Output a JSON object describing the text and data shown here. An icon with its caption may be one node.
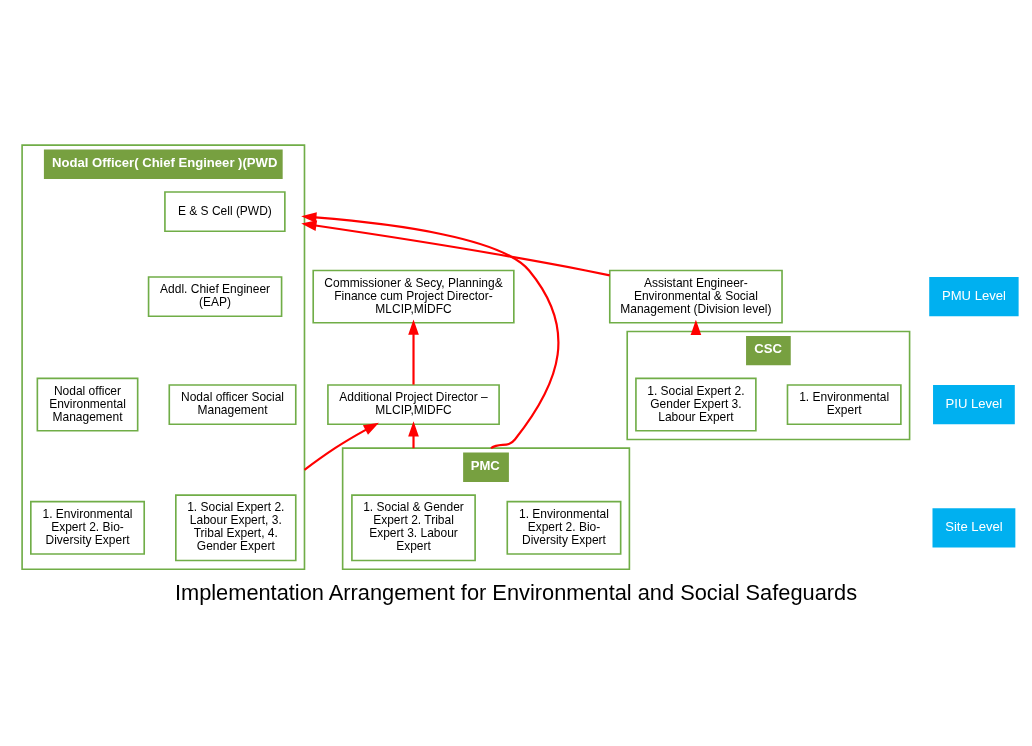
{
  "diagram": {
    "caption": "Implementation Arrangement for Environmental and Social Safeguards",
    "nodes": [
      {
        "text": [
          "Commissioner & Secy, Planning& Finance cum Project Director- MLCIP,MIDFC"
        ]
      },
      {
        "text": [
          "Additional Project Director – MLCIP,MIDFC"
        ]
      },
      {
        "text": [
          "Nodal Officer( Chief Engineer )(PWD"
        ]
      },
      {
        "text": [
          "E & S Cell (PWD)"
        ],
        "in": 2
      },
      {
        "text": [
          "Addl. Chief Engineer (EAP)"
        ],
        "in": 2
      },
      {
        "text": [
          "Nodal officer Environmental Management"
        ],
        "in": 2
      },
      {
        "text": [
          "Nodal officer Social Management"
        ],
        "in": 2
      },
      {
        "text": [
          "1. Environmental Expert 2. Bio-Diversity Expert"
        ],
        "in": 2
      },
      {
        "text": [
          "1. Social Expert 2. Labour Expert, 3. Tribal Expert, 4. Gender Expert"
        ],
        "in": 2
      },
      {
        "text": [
          "PMC"
        ]
      },
      {
        "text": [
          "1. Environmental Expert 2. Bio-Diversity Expert"
        ],
        "in": 9
      },
      {
        "text": [
          "1. Social & Gender Expert 2. Tribal Expert 3. Labour Expert"
        ],
        "in": 9
      },
      {
        "text": [
          "CSC"
        ]
      },
      {
        "text": [
          "1. Environmental Expert"
        ],
        "in": 12
      },
      {
        "text": [
          "1. Social Expert 2. Gender Expert 3. Labour Expert"
        ],
        "in": 12
      },
      {
        "text": [
          "Assistant Engineer- Environmental & Social Management (Division level)"
        ]
      }
    ],
    "edges": [
      {
        "from": 1,
        "to": 0,
        "arrow": "to"
      },
      {
        "from": 2,
        "to": 1,
        "arrow": "to"
      },
      {
        "from": 9,
        "to": 1,
        "arrow": "to"
      },
      {
        "from": 9,
        "to": 2,
        "arrow": "to"
      },
      {
        "from": 12,
        "to": 15,
        "arrow": "to"
      },
      {
        "from": 15,
        "to": 2,
        "arrow": "to"
      }
    ],
    "labels": [
      "PMU Level",
      "PIU Level",
      "Site Level"
    ]
  }
}
